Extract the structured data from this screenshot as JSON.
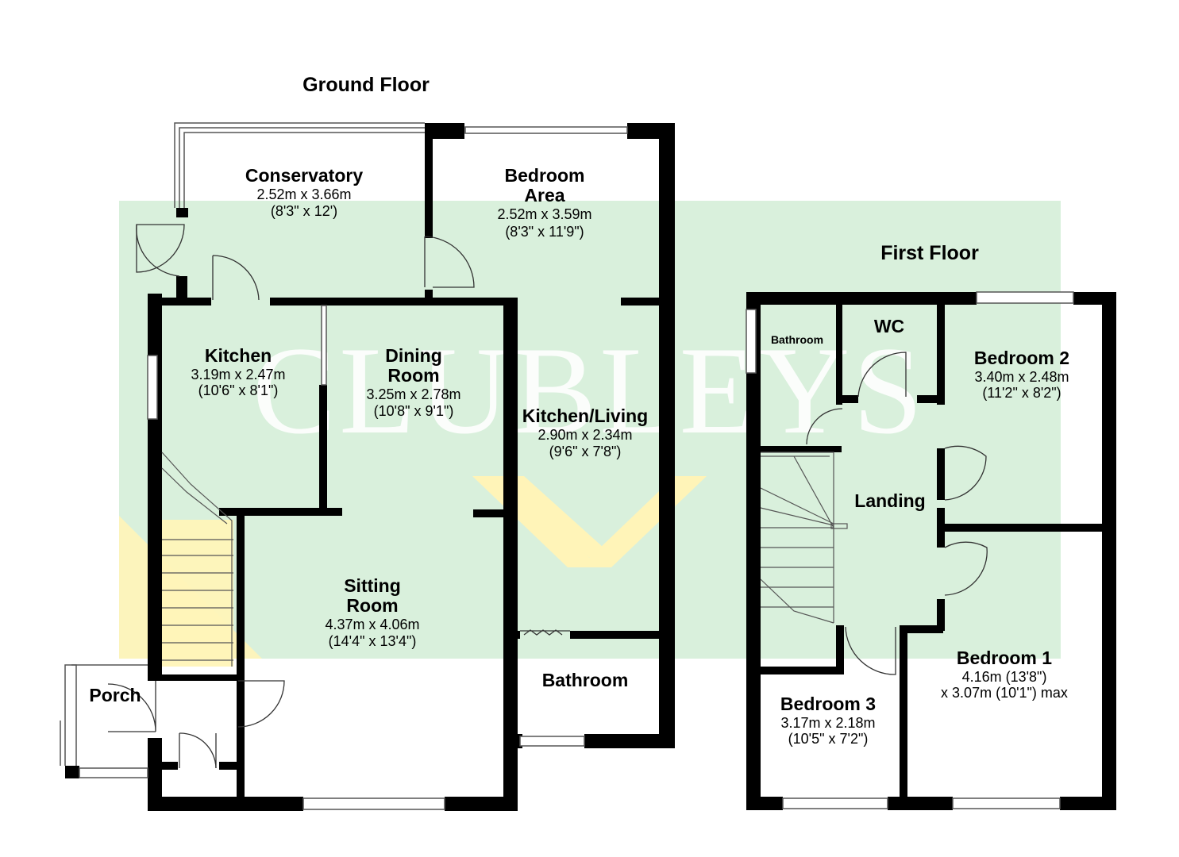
{
  "watermark": {
    "text": "CLUBLEYS",
    "bg_color": "#d9f0dc",
    "chevron_color": "#fff4b8"
  },
  "ground_floor": {
    "title": "Ground Floor",
    "rooms": [
      {
        "id": "conservatory",
        "name": "Conservatory",
        "metric": "2.52m x 3.66m",
        "imperial": "(8'3\" x 12')"
      },
      {
        "id": "bedroom-area",
        "name_line1": "Bedroom",
        "name_line2": "Area",
        "metric": "2.52m x 3.59m",
        "imperial": "(8'3\" x 11'9\")"
      },
      {
        "id": "kitchen",
        "name": "Kitchen",
        "metric": "3.19m x 2.47m",
        "imperial": "(10'6\" x 8'1\")"
      },
      {
        "id": "dining-room",
        "name_line1": "Dining",
        "name_line2": "Room",
        "metric": "3.25m x 2.78m",
        "imperial": "(10'8\" x 9'1\")"
      },
      {
        "id": "kitchen-living",
        "name": "Kitchen/Living",
        "metric": "2.90m x 2.34m",
        "imperial": "(9'6\" x 7'8\")"
      },
      {
        "id": "sitting-room",
        "name_line1": "Sitting",
        "name_line2": "Room",
        "metric": "4.37m x 4.06m",
        "imperial": "(14'4\" x 13'4\")"
      },
      {
        "id": "bathroom",
        "name": "Bathroom"
      },
      {
        "id": "porch",
        "name": "Porch"
      }
    ]
  },
  "first_floor": {
    "title": "First Floor",
    "rooms": [
      {
        "id": "bathroom-small",
        "name": "Bathroom"
      },
      {
        "id": "wc",
        "name": "WC"
      },
      {
        "id": "bedroom-2",
        "name": "Bedroom 2",
        "metric": "3.40m x 2.48m",
        "imperial": "(11'2\" x 8'2\")"
      },
      {
        "id": "landing",
        "name": "Landing"
      },
      {
        "id": "bedroom-1",
        "name": "Bedroom 1",
        "metric": "4.16m (13'8\")",
        "imperial": "x 3.07m (10'1\") max"
      },
      {
        "id": "bedroom-3",
        "name": "Bedroom 3",
        "metric": "3.17m x 2.18m",
        "imperial": "(10'5\" x 7'2\")"
      }
    ]
  }
}
